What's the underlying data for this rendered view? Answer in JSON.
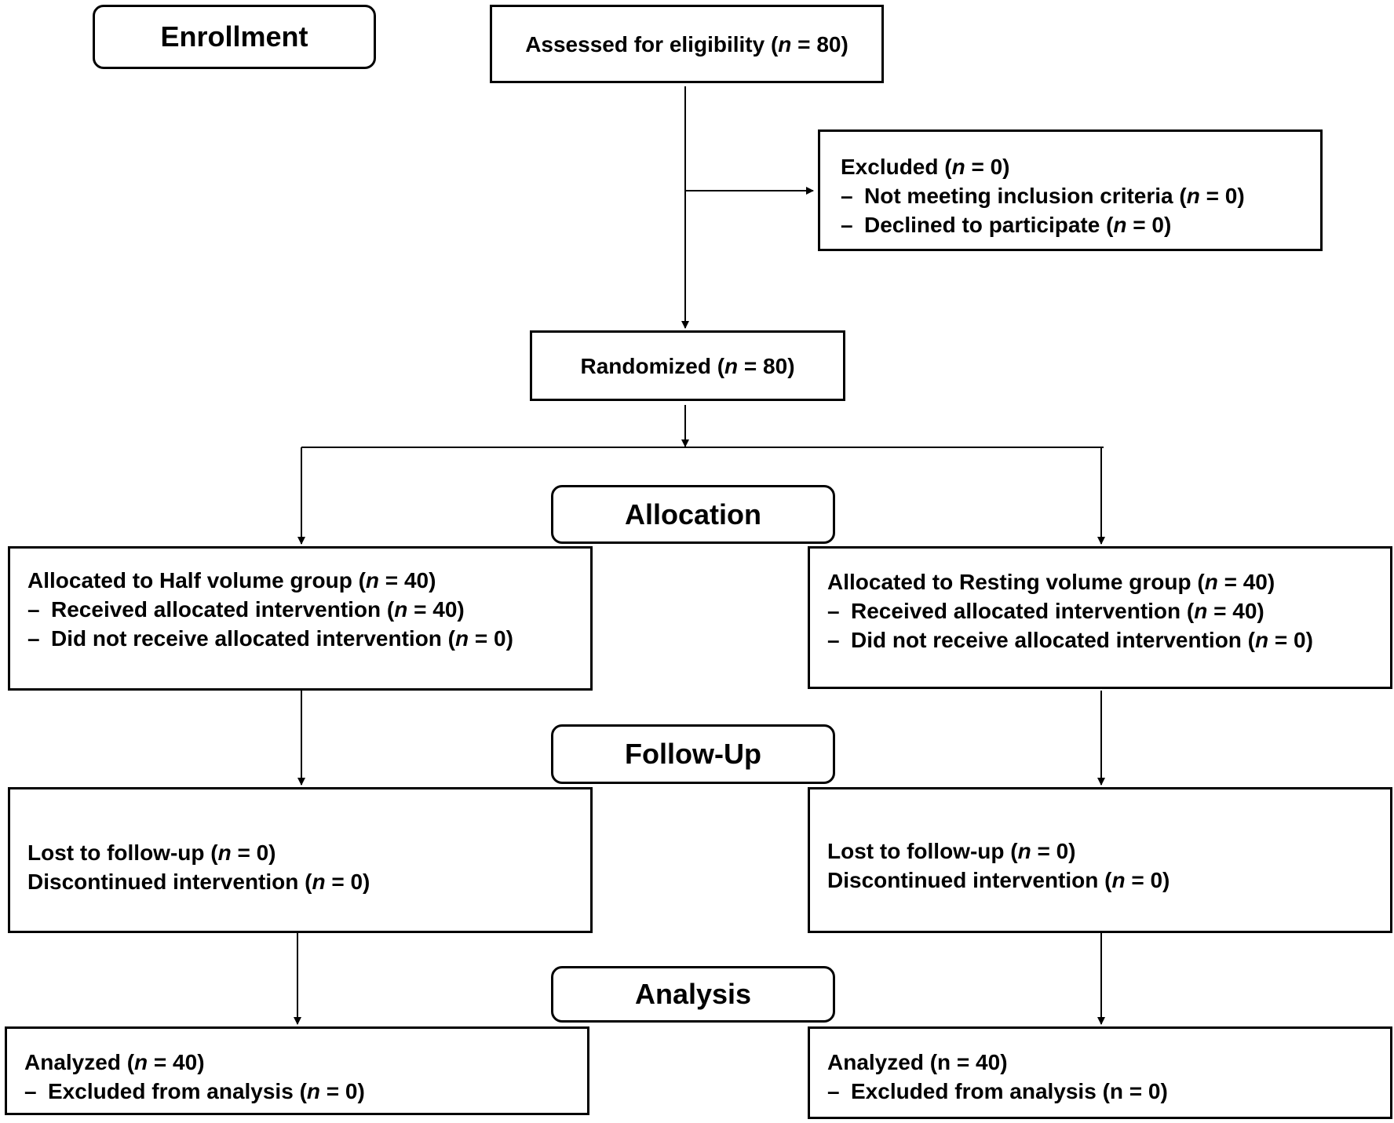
{
  "stages": {
    "enrollment": "Enrollment",
    "allocation": "Allocation",
    "follow_up": "Follow-Up",
    "analysis": "Analysis"
  },
  "assessed": {
    "label": "Assessed for eligibility (",
    "n": "n",
    "value": " = 80)"
  },
  "excluded": {
    "title": {
      "label": "Excluded  (",
      "n": "n",
      "value": " = 0)"
    },
    "items": [
      {
        "label": "Not meeting inclusion criteria (",
        "n": "n",
        "value": " = 0)"
      },
      {
        "label": "Declined to participate (",
        "n": "n",
        "value": " = 0)"
      }
    ]
  },
  "randomized": {
    "label": "Randomized (",
    "n": "n",
    "value": " = 80)"
  },
  "left": {
    "allocated": {
      "title": {
        "label": "Allocated to Half volume group (",
        "n": "n",
        "value": " = 40)"
      },
      "items": [
        {
          "label": "Received allocated intervention (",
          "n": "n",
          "value": " = 40)"
        },
        {
          "label": "Did not receive allocated intervention (",
          "n": "n",
          "value": " = 0)"
        }
      ]
    },
    "follow_up": [
      {
        "label": "Lost to follow-up (",
        "n": "n",
        "value": " = 0)"
      },
      {
        "label": "Discontinued intervention (",
        "n": "n",
        "value": " = 0)"
      }
    ],
    "analysis": {
      "title": {
        "label": "Analyzed (",
        "n": "n",
        "value": " = 40)"
      },
      "items": [
        {
          "label": "Excluded from analysis (",
          "n": "n",
          "value": " = 0)"
        }
      ]
    }
  },
  "right": {
    "allocated": {
      "title": {
        "label": "Allocated to Resting volume group (",
        "n": "n",
        "value": " = 40)"
      },
      "items": [
        {
          "label": "Received allocated intervention (",
          "n": "n",
          "value": " = 40)"
        },
        {
          "label": "Did not receive allocated intervention (",
          "n": "n",
          "value": " = 0)"
        }
      ]
    },
    "follow_up": [
      {
        "label": "Lost to follow-up (",
        "n": "n",
        "value": " = 0)"
      },
      {
        "label": "Discontinued intervention (",
        "n": "n",
        "value": " = 0)"
      }
    ],
    "analysis": {
      "title": {
        "label": "Analyzed (",
        "value": "n = 40)"
      },
      "items": [
        {
          "label": "Excluded from analysis (",
          "value": "n = 0)"
        }
      ]
    }
  },
  "dash": "–"
}
